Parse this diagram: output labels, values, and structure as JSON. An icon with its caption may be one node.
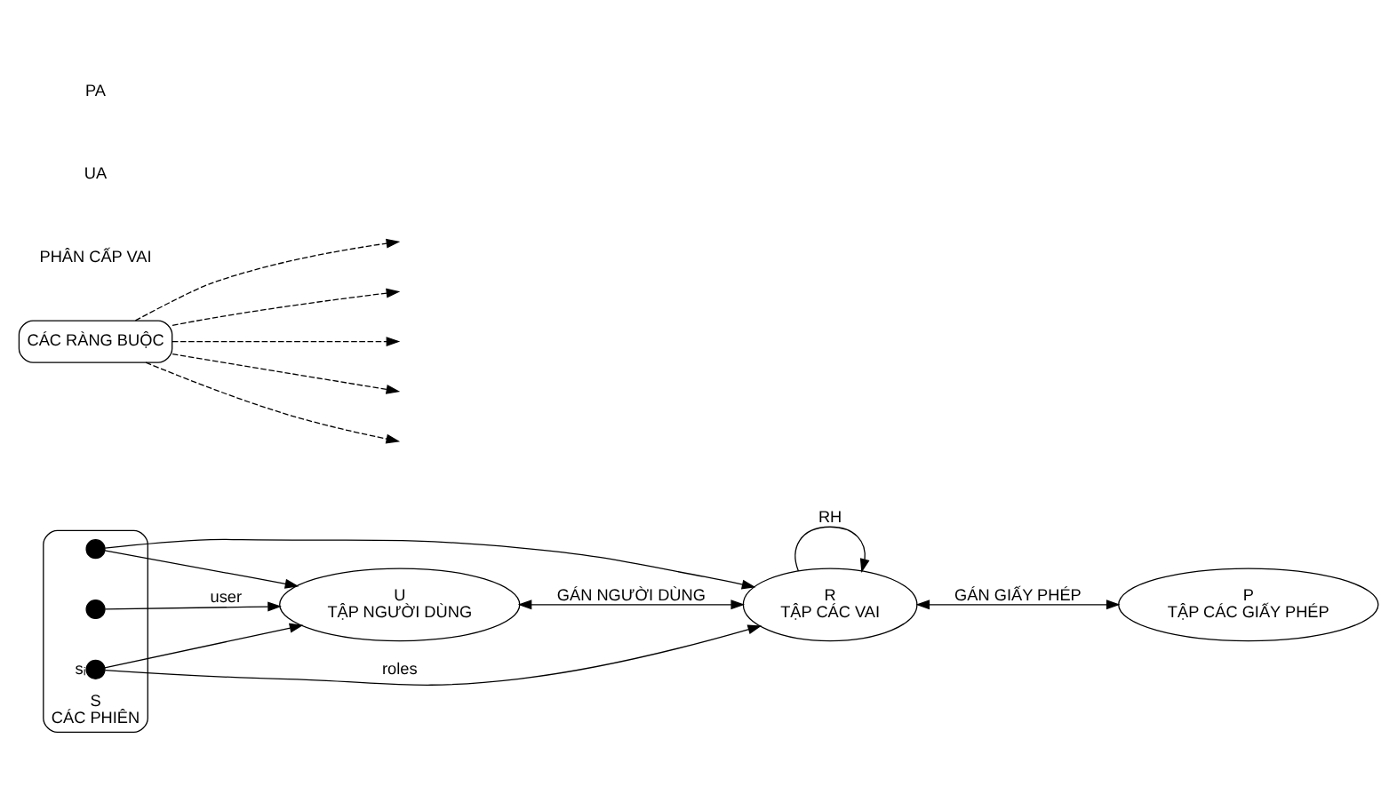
{
  "diagram": {
    "nodes": [
      {
        "text": [
          "U",
          "TẬP NGƯỜI DÙNG"
        ]
      },
      {
        "text": [
          "R",
          "TẬP CÁC VAI"
        ]
      },
      {
        "text": [
          "P",
          "TẬP CÁC GIẤY PHÉP"
        ]
      },
      {
        "text": [
          "S",
          "CÁC PHIÊN"
        ]
      },
      {
        "text": [],
        "shape": "circle",
        "in": 3
      },
      {
        "text": [],
        "shape": "circle",
        "in": 3,
        "beside": [
          "sᵢ"
        ]
      },
      {
        "text": [],
        "shape": "circle",
        "in": 3
      },
      {
        "text": [
          "CÁC RÀNG BUỘC"
        ]
      }
    ],
    "edges": [
      {
        "from": 0,
        "to": 1,
        "arrow": "both",
        "label": "GÁN NGƯỜI DÙNG"
      },
      {
        "from": 1,
        "to": 2,
        "arrow": "both",
        "label": "GÁN GIẤY PHÉP"
      },
      {
        "from": 1,
        "to": 1,
        "arrow": "to",
        "label": "RH"
      },
      {
        "from": 4,
        "to": 0,
        "arrow": "to"
      },
      {
        "from": 5,
        "to": 0,
        "arrow": "to"
      },
      {
        "from": 6,
        "to": 0,
        "arrow": "to",
        "label": "user"
      },
      {
        "from": 4,
        "to": 1,
        "arrow": "to"
      },
      {
        "from": 5,
        "to": 1,
        "arrow": "to",
        "label": "roles"
      },
      {
        "from": 7,
        "to": null,
        "arrow": "to",
        "style": "dashed"
      },
      {
        "from": 7,
        "to": null,
        "arrow": "to",
        "style": "dashed"
      },
      {
        "from": 7,
        "to": null,
        "arrow": "to",
        "style": "dashed"
      },
      {
        "from": 7,
        "to": null,
        "arrow": "to",
        "style": "dashed"
      },
      {
        "from": 7,
        "to": null,
        "arrow": "to",
        "style": "dashed"
      }
    ],
    "labels": [
      "PHÂN CẤP VAI",
      "UA",
      "PA"
    ]
  }
}
